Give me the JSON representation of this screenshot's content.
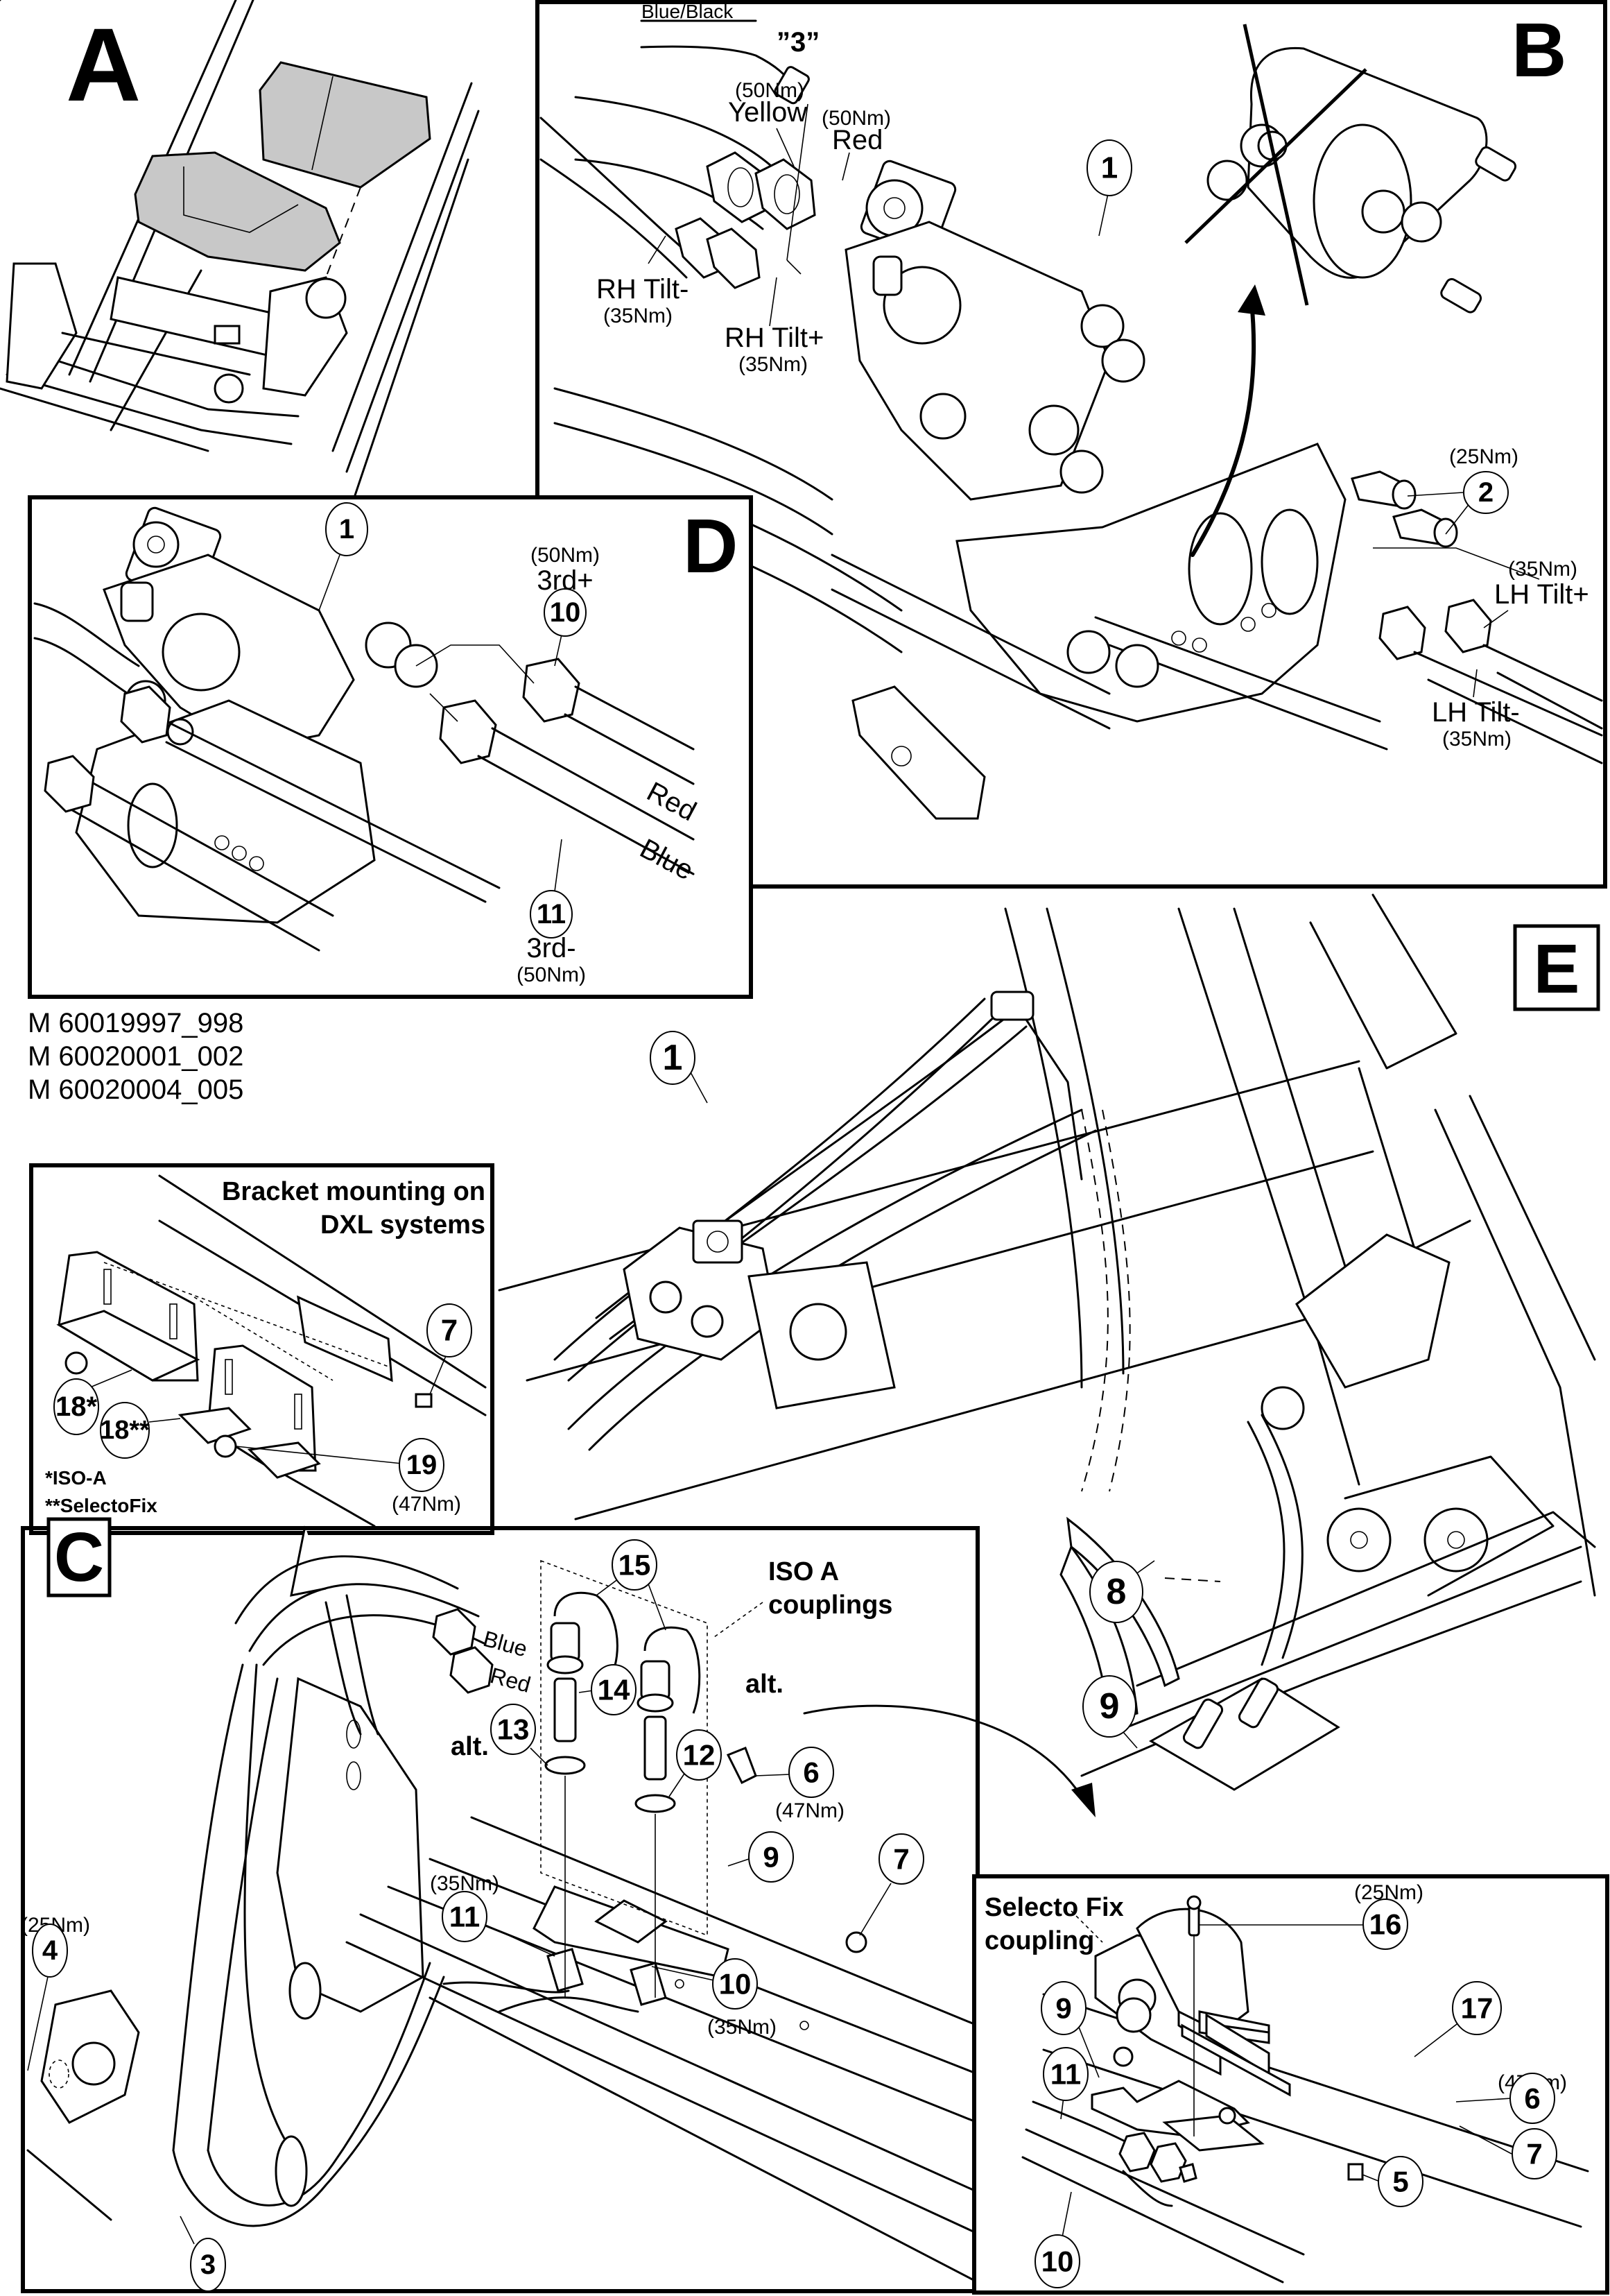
{
  "document": {
    "type": "exploded assembly drawing",
    "model_numbers": [
      "M 60019997_998",
      "M 60020001_002",
      "M 60020004_005"
    ]
  },
  "panels": {
    "A": {
      "label": "A"
    },
    "B": {
      "label": "B",
      "connector_wire": "Blue/Black",
      "connector_ref": "”3”",
      "hoses": [
        {
          "name": "Yellow",
          "torque": "(50Nm)"
        },
        {
          "name": "Red",
          "torque": "(50Nm)"
        },
        {
          "name": "RH Tilt-",
          "torque": "(35Nm)"
        },
        {
          "name": "RH Tilt+",
          "torque": "(35Nm)"
        },
        {
          "name": "LH Tilt+",
          "torque": "(35Nm)"
        },
        {
          "name": "LH Tilt-",
          "torque": "(35Nm)"
        }
      ],
      "callouts": [
        {
          "num": "1"
        },
        {
          "num": "2",
          "torque": "(25Nm)"
        }
      ]
    },
    "C": {
      "label": "C",
      "hose_labels": [
        "Blue",
        "Red"
      ],
      "alt_labels": [
        "alt.",
        "alt."
      ],
      "iso_title_line1": "ISO A",
      "iso_title_line2": "couplings",
      "callouts": [
        {
          "num": "15"
        },
        {
          "num": "14"
        },
        {
          "num": "13"
        },
        {
          "num": "12"
        },
        {
          "num": "6",
          "torque": "(47Nm)"
        },
        {
          "num": "9"
        },
        {
          "num": "7"
        },
        {
          "num": "11",
          "torque": "(35Nm)"
        },
        {
          "num": "10",
          "torque": "(35Nm)"
        },
        {
          "num": "4",
          "torque": "(25Nm)"
        },
        {
          "num": "3"
        }
      ]
    },
    "bracket_inset": {
      "title_line1": "Bracket mounting on",
      "title_line2": "DXL systems",
      "footnote1": "*ISO-A",
      "footnote2": "**SelectoFix",
      "callouts": [
        {
          "num": "7"
        },
        {
          "num": "18*"
        },
        {
          "num": "18**"
        },
        {
          "num": "19",
          "torque": "(47Nm)"
        }
      ]
    },
    "D": {
      "label": "D",
      "hose_labels": [
        "Red",
        "Blue"
      ],
      "callouts": [
        {
          "num": "1"
        },
        {
          "num": "10",
          "name": "3rd+",
          "torque": "(50Nm)"
        },
        {
          "num": "11",
          "name": "3rd-",
          "torque": "(50Nm)"
        }
      ]
    },
    "E": {
      "label": "E",
      "callouts": [
        {
          "num": "1"
        },
        {
          "num": "8"
        },
        {
          "num": "9"
        }
      ]
    },
    "selecto_fix": {
      "title_line1": "Selecto Fix",
      "title_line2": "coupling",
      "callouts": [
        {
          "num": "16",
          "torque": "(25Nm)"
        },
        {
          "num": "17"
        },
        {
          "num": "6",
          "torque": "(47Nm)"
        },
        {
          "num": "9"
        },
        {
          "num": "11"
        },
        {
          "num": "7"
        },
        {
          "num": "5"
        },
        {
          "num": "10"
        }
      ]
    }
  }
}
